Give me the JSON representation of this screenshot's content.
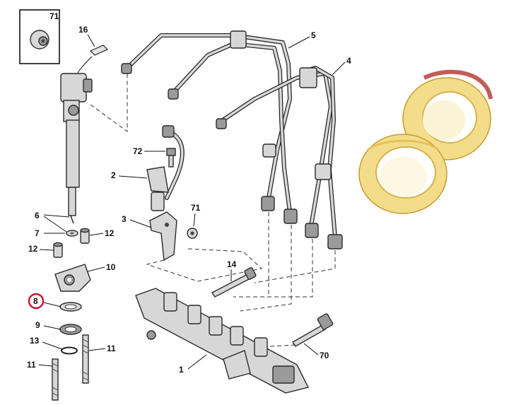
{
  "callouts": {
    "c71_box": "71",
    "c16": "16",
    "c5": "5",
    "c4": "4",
    "c72": "72",
    "c2": "2",
    "c6": "6",
    "c7": "7",
    "c12_right": "12",
    "c12_left": "12",
    "c3": "3",
    "c71_mid": "71",
    "c10": "10",
    "c14": "14",
    "c8": "8",
    "c9": "9",
    "c13": "13",
    "c11_right": "11",
    "c11_left": "11",
    "c70": "70",
    "c1": "1"
  },
  "highlight": {
    "part": "8",
    "color": "#c8102e"
  },
  "colors": {
    "seal_yellow": "#f3dd8a",
    "seal_edge": "#c79b2c",
    "seal_red": "#b2322c"
  }
}
